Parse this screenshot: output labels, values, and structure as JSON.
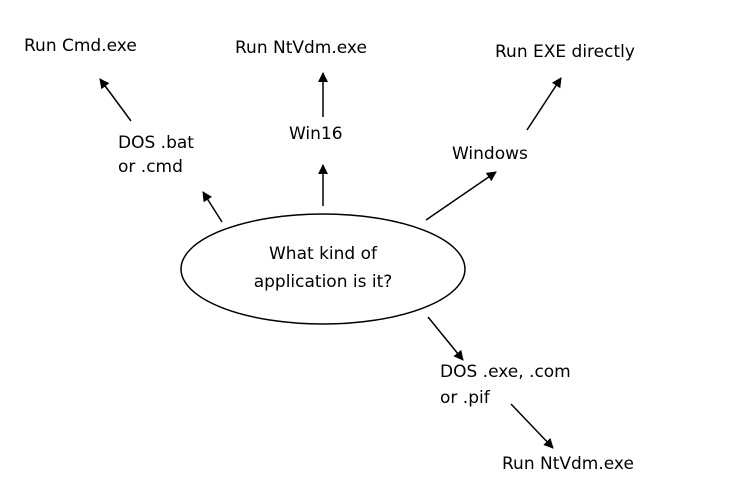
{
  "center": {
    "line1": "What kind of",
    "line2": "application is it?"
  },
  "branches": {
    "dos_bat": {
      "label_line1": "DOS .bat",
      "label_line2": "or .cmd",
      "result": "Run Cmd.exe"
    },
    "win16": {
      "label": "Win16",
      "result": "Run NtVdm.exe"
    },
    "windows": {
      "label": "Windows",
      "result": "Run EXE directly"
    },
    "dos_exe": {
      "label_line1": "DOS .exe, .com",
      "label_line2": "or .pif",
      "result": "Run NtVdm.exe"
    }
  }
}
